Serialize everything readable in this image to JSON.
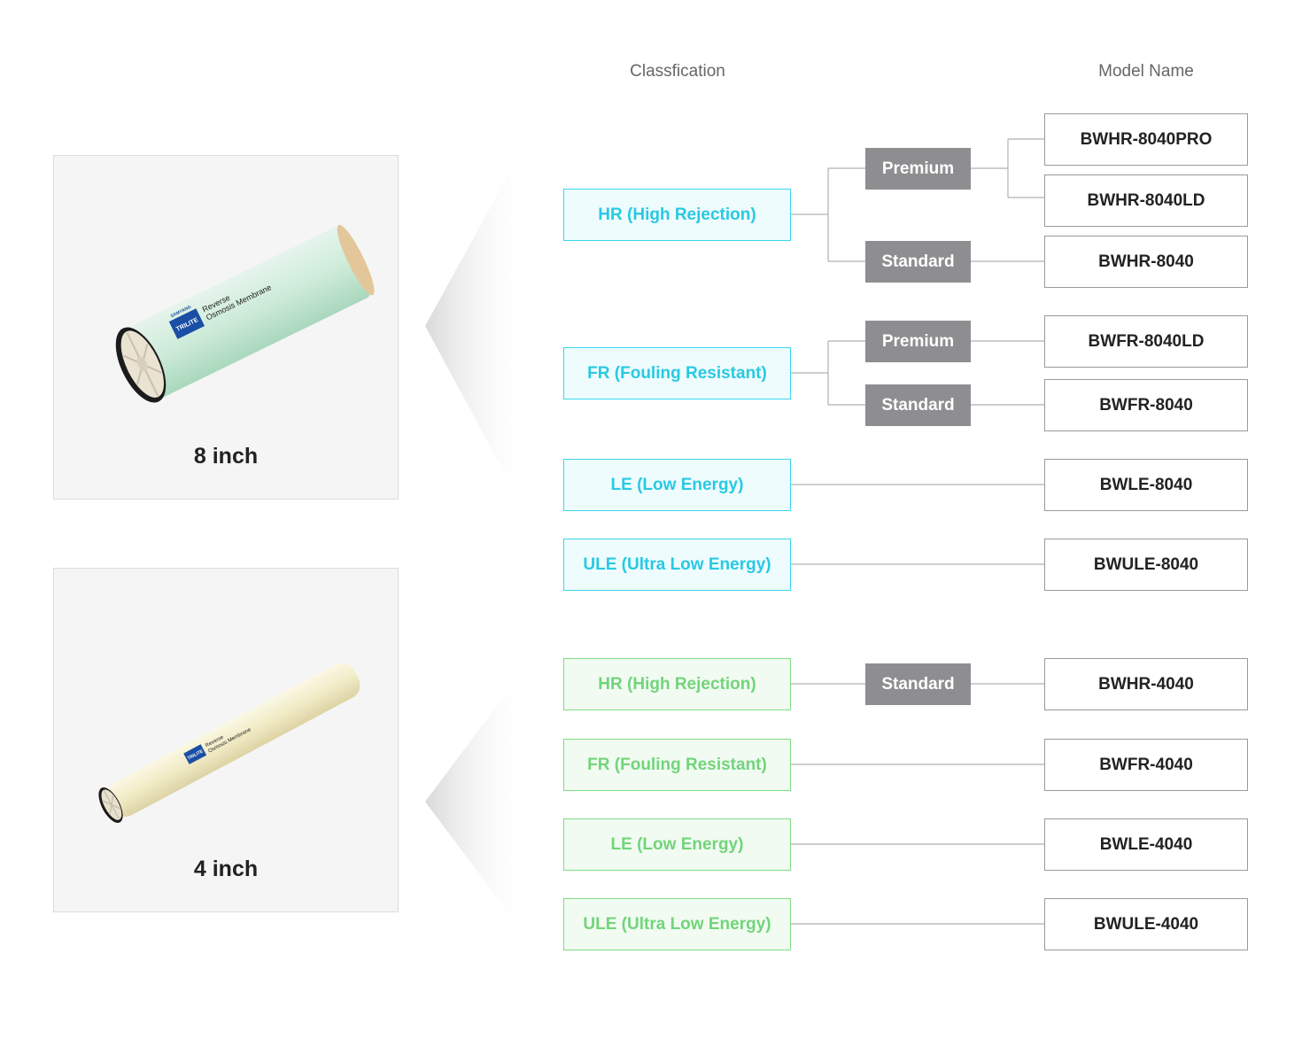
{
  "headers": {
    "classification": "Classfication",
    "model_name": "Model Name"
  },
  "products": [
    {
      "size_label": "8 inch"
    },
    {
      "size_label": "4 inch"
    }
  ],
  "membrane_label": {
    "brand_top": "SAMYANG",
    "brand": "TRILITE",
    "line1": "Reverse",
    "line2": "Osmosis Membrane"
  },
  "inch8": {
    "classes": [
      {
        "label": "HR (High Rejection)"
      },
      {
        "label": "FR (Fouling Resistant)"
      },
      {
        "label": "LE (Low Energy)"
      },
      {
        "label": "ULE (Ultra Low Energy)"
      }
    ],
    "tiers": [
      {
        "label": "Premium"
      },
      {
        "label": "Standard"
      },
      {
        "label": "Premium"
      },
      {
        "label": "Standard"
      }
    ],
    "models": [
      {
        "label": "BWHR-8040PRO"
      },
      {
        "label": "BWHR-8040LD"
      },
      {
        "label": "BWHR-8040"
      },
      {
        "label": "BWFR-8040LD"
      },
      {
        "label": "BWFR-8040"
      },
      {
        "label": "BWLE-8040"
      },
      {
        "label": "BWULE-8040"
      }
    ]
  },
  "inch4": {
    "classes": [
      {
        "label": "HR (High Rejection)"
      },
      {
        "label": "FR (Fouling Resistant)"
      },
      {
        "label": "LE (Low Energy)"
      },
      {
        "label": "ULE (Ultra Low Energy)"
      }
    ],
    "tiers": [
      {
        "label": "Standard"
      }
    ],
    "models": [
      {
        "label": "BWHR-4040"
      },
      {
        "label": "BWFR-4040"
      },
      {
        "label": "BWLE-4040"
      },
      {
        "label": "BWULE-4040"
      }
    ]
  },
  "colors": {
    "inch8_accent": "#29c9e3",
    "inch4_accent": "#72d47b",
    "tier_fill": "#8e8e91",
    "connector": "#b0b0b0"
  }
}
